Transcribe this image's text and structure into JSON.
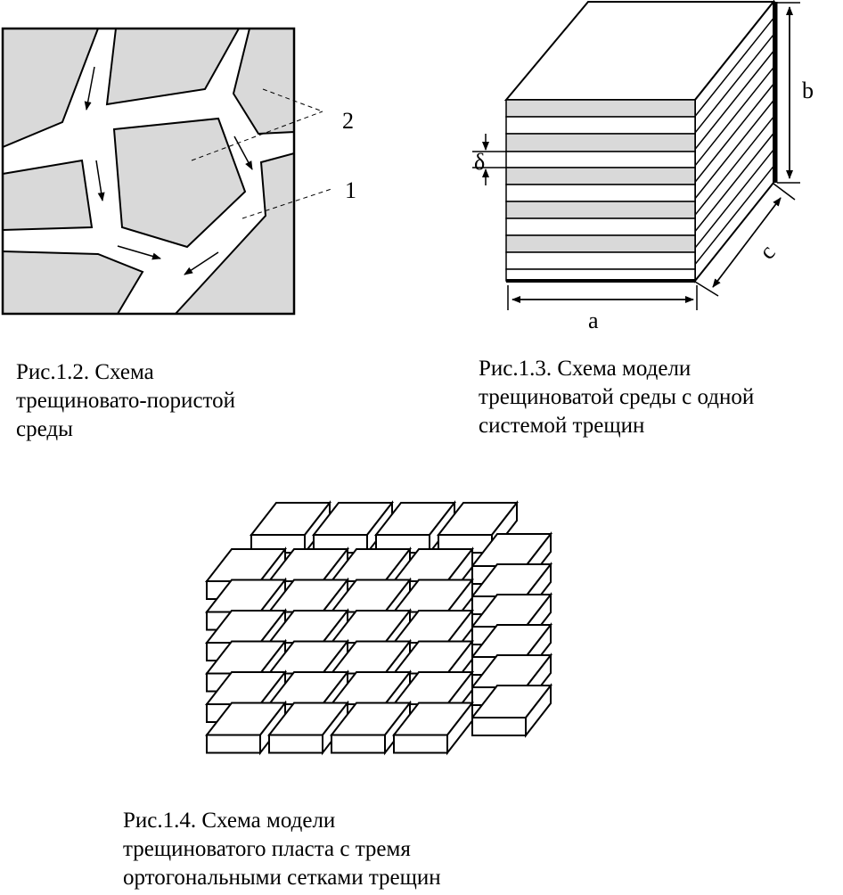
{
  "fig12": {
    "labels": {
      "pores": "2",
      "fractures": "1"
    },
    "caption": [
      "Рис.1.2. Схема",
      "трещиновато-пористой",
      "среды"
    ]
  },
  "fig13": {
    "labels": {
      "a": "a",
      "b": "b",
      "c": "c",
      "delta": "δ"
    },
    "caption": [
      "Рис.1.3. Схема модели",
      "трещиноватой  среды с одной",
      "системой трещин"
    ]
  },
  "fig14": {
    "caption": [
      "Рис.1.4. Схема модели",
      "трещиноватого пласта с тремя",
      "ортогональными сетками трещин"
    ]
  },
  "colors": {
    "matrix": "#d9d9d9",
    "line": "#000000",
    "fracture": "#ffffff"
  }
}
